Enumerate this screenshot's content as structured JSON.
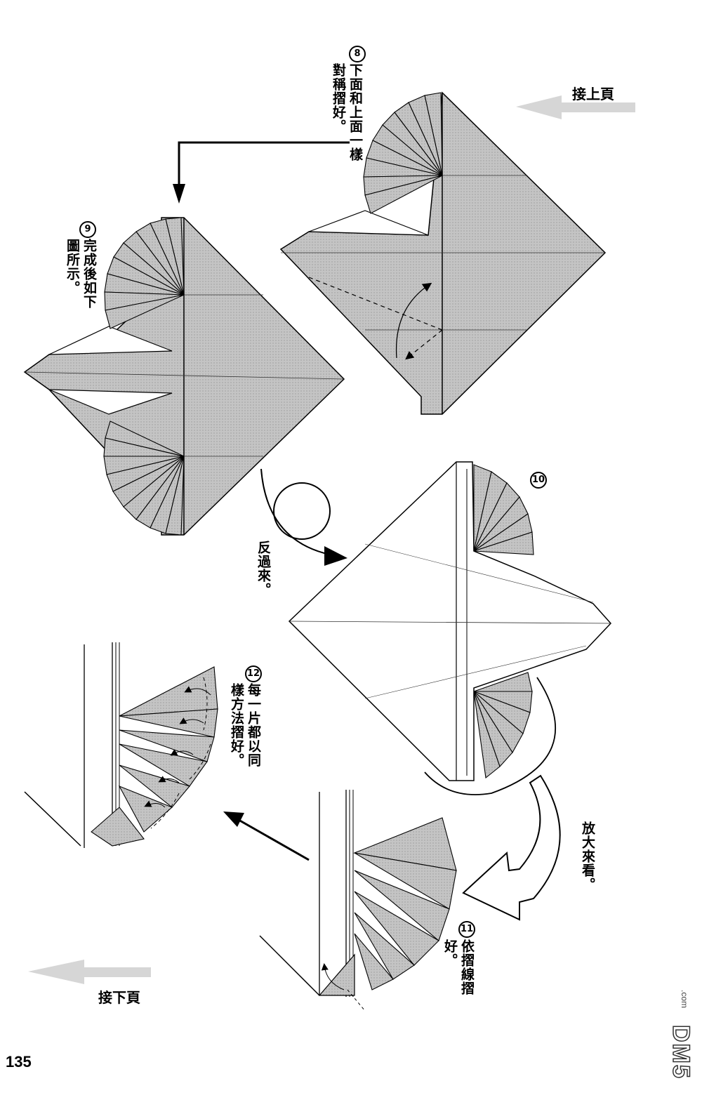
{
  "nav": {
    "prev_page": "接上頁",
    "next_page": "接下頁"
  },
  "steps": [
    {
      "num": "8",
      "text": "下面和上面一樣對稱摺好。"
    },
    {
      "num": "9",
      "text": "完成後如下圖所示。"
    },
    {
      "num": "10",
      "text": ""
    },
    {
      "num": "11",
      "text": "依摺線摺好。"
    },
    {
      "num": "12",
      "text": "每一片都以同樣方法摺好。"
    }
  ],
  "annotations": {
    "flip_over": "反過來。",
    "zoom_in": "放大來看。"
  },
  "page_number": "135",
  "watermark": {
    "logo": "DM5",
    "url": ".com"
  }
}
